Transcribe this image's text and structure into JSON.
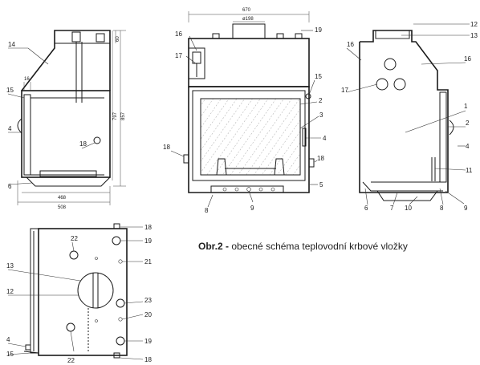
{
  "caption": {
    "prefix": "Obr.2 -",
    "text": "obecné schéma teplovodní krbové vložky"
  },
  "dimensions": {
    "top_width": "670",
    "flue_diameter": "ø198",
    "side_width_upper": "468",
    "side_width_lower": "508",
    "total_height": "857",
    "body_height": "797",
    "top_offset": "60",
    "small_offset": "16"
  },
  "labels": {
    "side_left": [
      "14",
      "15",
      "4",
      "18",
      "6"
    ],
    "front": [
      "16",
      "17",
      "19",
      "15",
      "2",
      "3",
      "4",
      "18",
      "18",
      "5",
      "8",
      "9"
    ],
    "side_right": [
      "12",
      "13",
      "16",
      "16",
      "17",
      "1",
      "2",
      "4",
      "11",
      "9",
      "8",
      "10",
      "7",
      "6"
    ],
    "top_view": [
      "22",
      "18",
      "19",
      "21",
      "13",
      "12",
      "23",
      "20",
      "4",
      "15",
      "22",
      "19",
      "18"
    ]
  }
}
